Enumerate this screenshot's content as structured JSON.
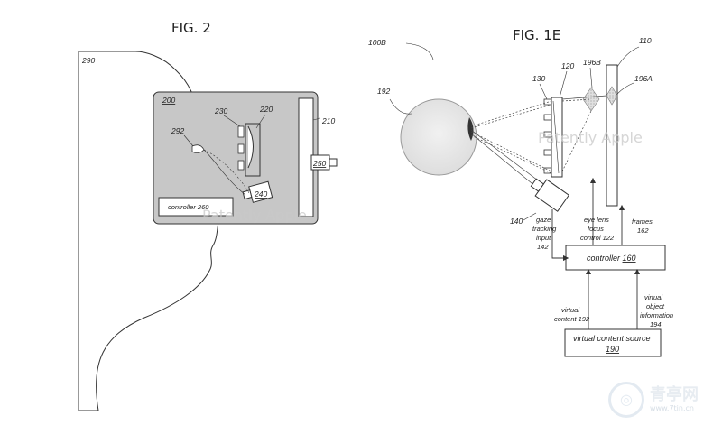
{
  "fig2": {
    "title": "FIG. 2",
    "labels": {
      "head": "290",
      "device": "200",
      "part_230": "230",
      "part_220": "220",
      "part_210": "210",
      "eye_292": "292",
      "camera_250": "250",
      "camera_240": "240",
      "controller": "controller 260"
    },
    "watermark": "Patently Apple"
  },
  "fig1e": {
    "title": "FIG. 1E",
    "labels": {
      "system": "100B",
      "eye": "192",
      "part_130": "130",
      "part_120": "120",
      "part_196b": "196B",
      "part_110": "110",
      "part_196a": "196A",
      "camera_140": "140"
    },
    "signals": {
      "gaze_l1": "gaze",
      "gaze_l2": "tracking",
      "gaze_l3": "input",
      "gaze_l4": "142",
      "lens_l1": "eye lens",
      "lens_l2": "focus",
      "lens_l3": "control 122",
      "frames_l1": "frames",
      "frames_l2": "162",
      "vc_l1": "virtual",
      "vc_l2": "content 192",
      "voi_l1": "virtual",
      "voi_l2": "object",
      "voi_l3": "information",
      "voi_l4": "194"
    },
    "controller_prefix": "controller ",
    "controller_num": "160",
    "source_text": "virtual content source",
    "source_num": "190",
    "watermark": "Patently Apple"
  },
  "logo": {
    "name": "青亭网",
    "url": "www.7tin.cn"
  }
}
